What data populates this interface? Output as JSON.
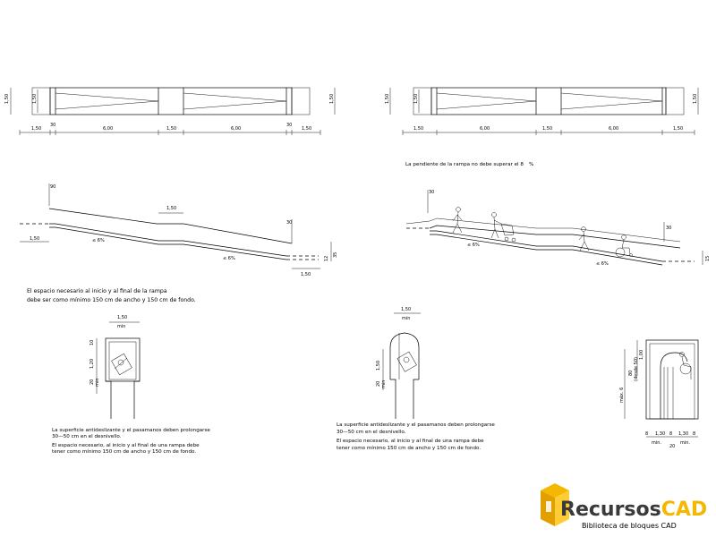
{
  "plan_left": {
    "height_left": "1,50",
    "height_inner": "1,50",
    "height_right": "1,50",
    "dims": [
      "1,50",
      "30",
      "6,00",
      "1,50",
      "6,00",
      "30",
      "1,50"
    ]
  },
  "plan_right": {
    "height_left": "1,50",
    "height_inner": "1,50",
    "height_right": "1,50",
    "dims": [
      "1,50",
      "6,00",
      "1,50",
      "6,00",
      "1,50"
    ]
  },
  "slope_note": "La pendiente de la rampa no debe superar el 8",
  "slope_note_unit": "%",
  "section_left": {
    "rail": "90",
    "landing": "1,50",
    "rail_end": "30",
    "start": "1,50",
    "slope1": "≤ 6%",
    "slope2": "≤ 6%",
    "end_rise": "35",
    "end_rise2": "12",
    "end_landing": "1,50"
  },
  "section_right": {
    "rail": "30",
    "rail_end": "30",
    "slope1": "≤ 6%",
    "slope2": "≤ 6%",
    "end_rise": "15"
  },
  "space_note": [
    "El espacio necesario al inicio y al final de la rampa",
    "debe ser como mínimo 150 cm de ancho y 150 cm de fondo."
  ],
  "box_left": {
    "width": "1,50",
    "width_min": "min",
    "dims_v": [
      "10",
      "1,20",
      "20",
      "min"
    ]
  },
  "box_mid": {
    "width": "1,50",
    "width_min": "min",
    "dims_v": [
      "1,50",
      "20",
      "min"
    ]
  },
  "box_right": {
    "dims_v": [
      "1,00",
      "80",
      "(desde 50)",
      "máx. 6"
    ],
    "dims_h": [
      "8",
      "1,30",
      "8",
      "1,30",
      "8"
    ],
    "dims_h2": [
      "min.",
      "20",
      "min."
    ]
  },
  "note_left": [
    "La superficie antideslizante y el pasamanos deben prolongarse",
    "30—50 cm en el desnivello.",
    "El espacio necesario, al inicio y al final de una rampa debe",
    "tener como mínimo 150 cm de ancho y 150 cm de fondo."
  ],
  "note_mid": [
    "La superficie antideslizante y el pasamanos deben prolongarse",
    "30—50 cm en el desnivello.",
    "El espacio necesario, al inicio y al final de una rampa debe",
    "tener como mínimo 150 cm de ancho y 150 cm de fondo."
  ],
  "logo": {
    "brand_a": "Recursos",
    "brand_b": "CAD",
    "tagline": "Biblioteca de bloques CAD",
    "color_dark": "#3a3a3a",
    "color_accent": "#f5b800"
  }
}
